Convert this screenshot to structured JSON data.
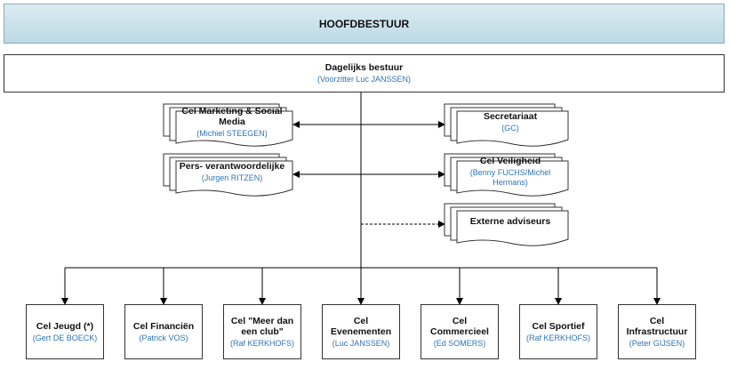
{
  "header": {
    "title": "HOOFDBESTUUR"
  },
  "board": {
    "title": "Dagelijks bestuur",
    "person": "(Voorzitter Luc JANSSEN)"
  },
  "left_units": [
    {
      "title": "Cel Marketing & Social Media",
      "person": "(Michiel STEEGEN)"
    },
    {
      "title": "Pers- verantwoordelijke",
      "person": "(Jurgen RITZEN)"
    }
  ],
  "right_units": [
    {
      "title": "Secretariaat",
      "person": "(GC)"
    },
    {
      "title": "Cel Veiligheid",
      "person": "(Benny FUCHS/Michel Hermans)"
    },
    {
      "title": "Externe adviseurs",
      "person": ""
    }
  ],
  "cells": [
    {
      "title": "Cel Jeugd (*)",
      "person": "(Gert DE BOECK)"
    },
    {
      "title": "Cel Financiën",
      "person": "(Patrick VOS)"
    },
    {
      "title": "Cel \"Meer dan een club\"",
      "person": "(Raf KERKHOFS)"
    },
    {
      "title": "Cel Evenementen",
      "person": "(Luc JANSSEN)"
    },
    {
      "title": "Cel Commercieel",
      "person": "(Ed SOMERS)"
    },
    {
      "title": "Cel Sportief",
      "person": "(Raf KERKHOFS)"
    },
    {
      "title": "Cel Infrastructuur",
      "person": "(Peter GIJSEN)"
    }
  ],
  "colors": {
    "line": "#000000",
    "name_text": "#2e74b5",
    "banner_fill": "#c8e1ea",
    "banner_border": "#8aa9b6"
  }
}
